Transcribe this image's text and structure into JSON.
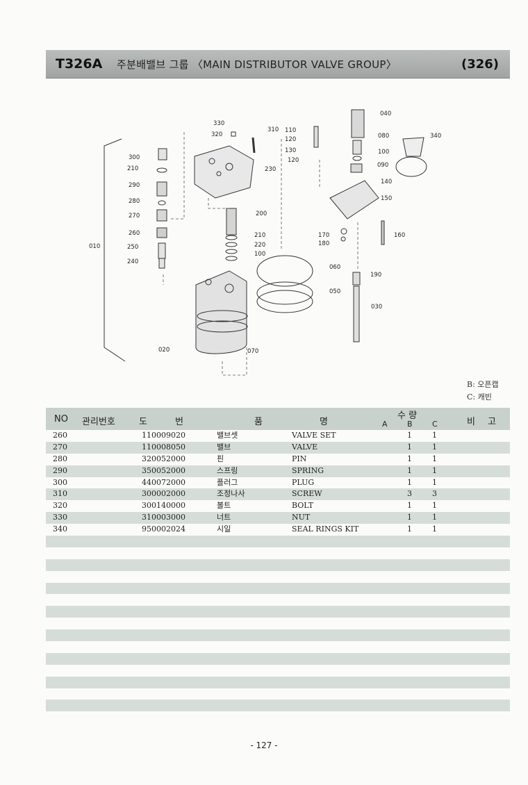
{
  "header": {
    "code": "T326A",
    "title": "주분배밸브 그룹 〈MAIN DISTRIBUTOR VALVE GROUP〉",
    "page_ref": "(326)"
  },
  "diagram_labels": {
    "l010": "010",
    "l020": "020",
    "l030": "030",
    "l040": "040",
    "l050": "050",
    "l060": "060",
    "l070": "070",
    "l080": "080",
    "l090": "090",
    "l100a": "100",
    "l100b": "100",
    "l110": "110",
    "l120a": "120",
    "l120b": "120",
    "l130": "130",
    "l140": "140",
    "l150": "150",
    "l160": "160",
    "l170": "170",
    "l180": "180",
    "l190": "190",
    "l200": "200",
    "l210a": "210",
    "l210b": "210",
    "l220": "220",
    "l230": "230",
    "l240": "240",
    "l250": "250",
    "l260": "260",
    "l270": "270",
    "l280": "280",
    "l290": "290",
    "l300": "300",
    "l310": "310",
    "l320": "320",
    "l330": "330",
    "l340": "340"
  },
  "legend": {
    "b": "B: 오픈캡",
    "c": "C: 캐빈"
  },
  "table": {
    "headers": {
      "no": "NO",
      "mgmt": "관리번호",
      "drawing_1": "도",
      "drawing_2": "번",
      "name_1": "품",
      "name_2": "명",
      "qty": "수  량",
      "qty_a": "A",
      "qty_b": "B",
      "qty_c": "C",
      "remark_1": "비",
      "remark_2": "고"
    },
    "rows": [
      {
        "no": "260",
        "part": "110009020",
        "kr": "밸브셋",
        "en": "VALVE SET",
        "b": "1",
        "c": "1"
      },
      {
        "no": "270",
        "part": "110008050",
        "kr": "밸브",
        "en": "VALVE",
        "b": "1",
        "c": "1"
      },
      {
        "no": "280",
        "part": "320052000",
        "kr": "핀",
        "en": "PIN",
        "b": "1",
        "c": "1"
      },
      {
        "no": "290",
        "part": "350052000",
        "kr": "스프링",
        "en": "SPRING",
        "b": "1",
        "c": "1"
      },
      {
        "no": "300",
        "part": "440072000",
        "kr": "플러그",
        "en": "PLUG",
        "b": "1",
        "c": "1"
      },
      {
        "no": "310",
        "part": "300002000",
        "kr": "조정나사",
        "en": "SCREW",
        "b": "3",
        "c": "3"
      },
      {
        "no": "320",
        "part": "300140000",
        "kr": "볼트",
        "en": "BOLT",
        "b": "1",
        "c": "1"
      },
      {
        "no": "330",
        "part": "310003000",
        "kr": "너트",
        "en": "NUT",
        "b": "1",
        "c": "1"
      },
      {
        "no": "340",
        "part": "950002024",
        "kr": "시일",
        "en": "SEAL RINGS KIT",
        "b": "1",
        "c": "1"
      }
    ]
  },
  "footer": {
    "page": "- 127 -"
  }
}
